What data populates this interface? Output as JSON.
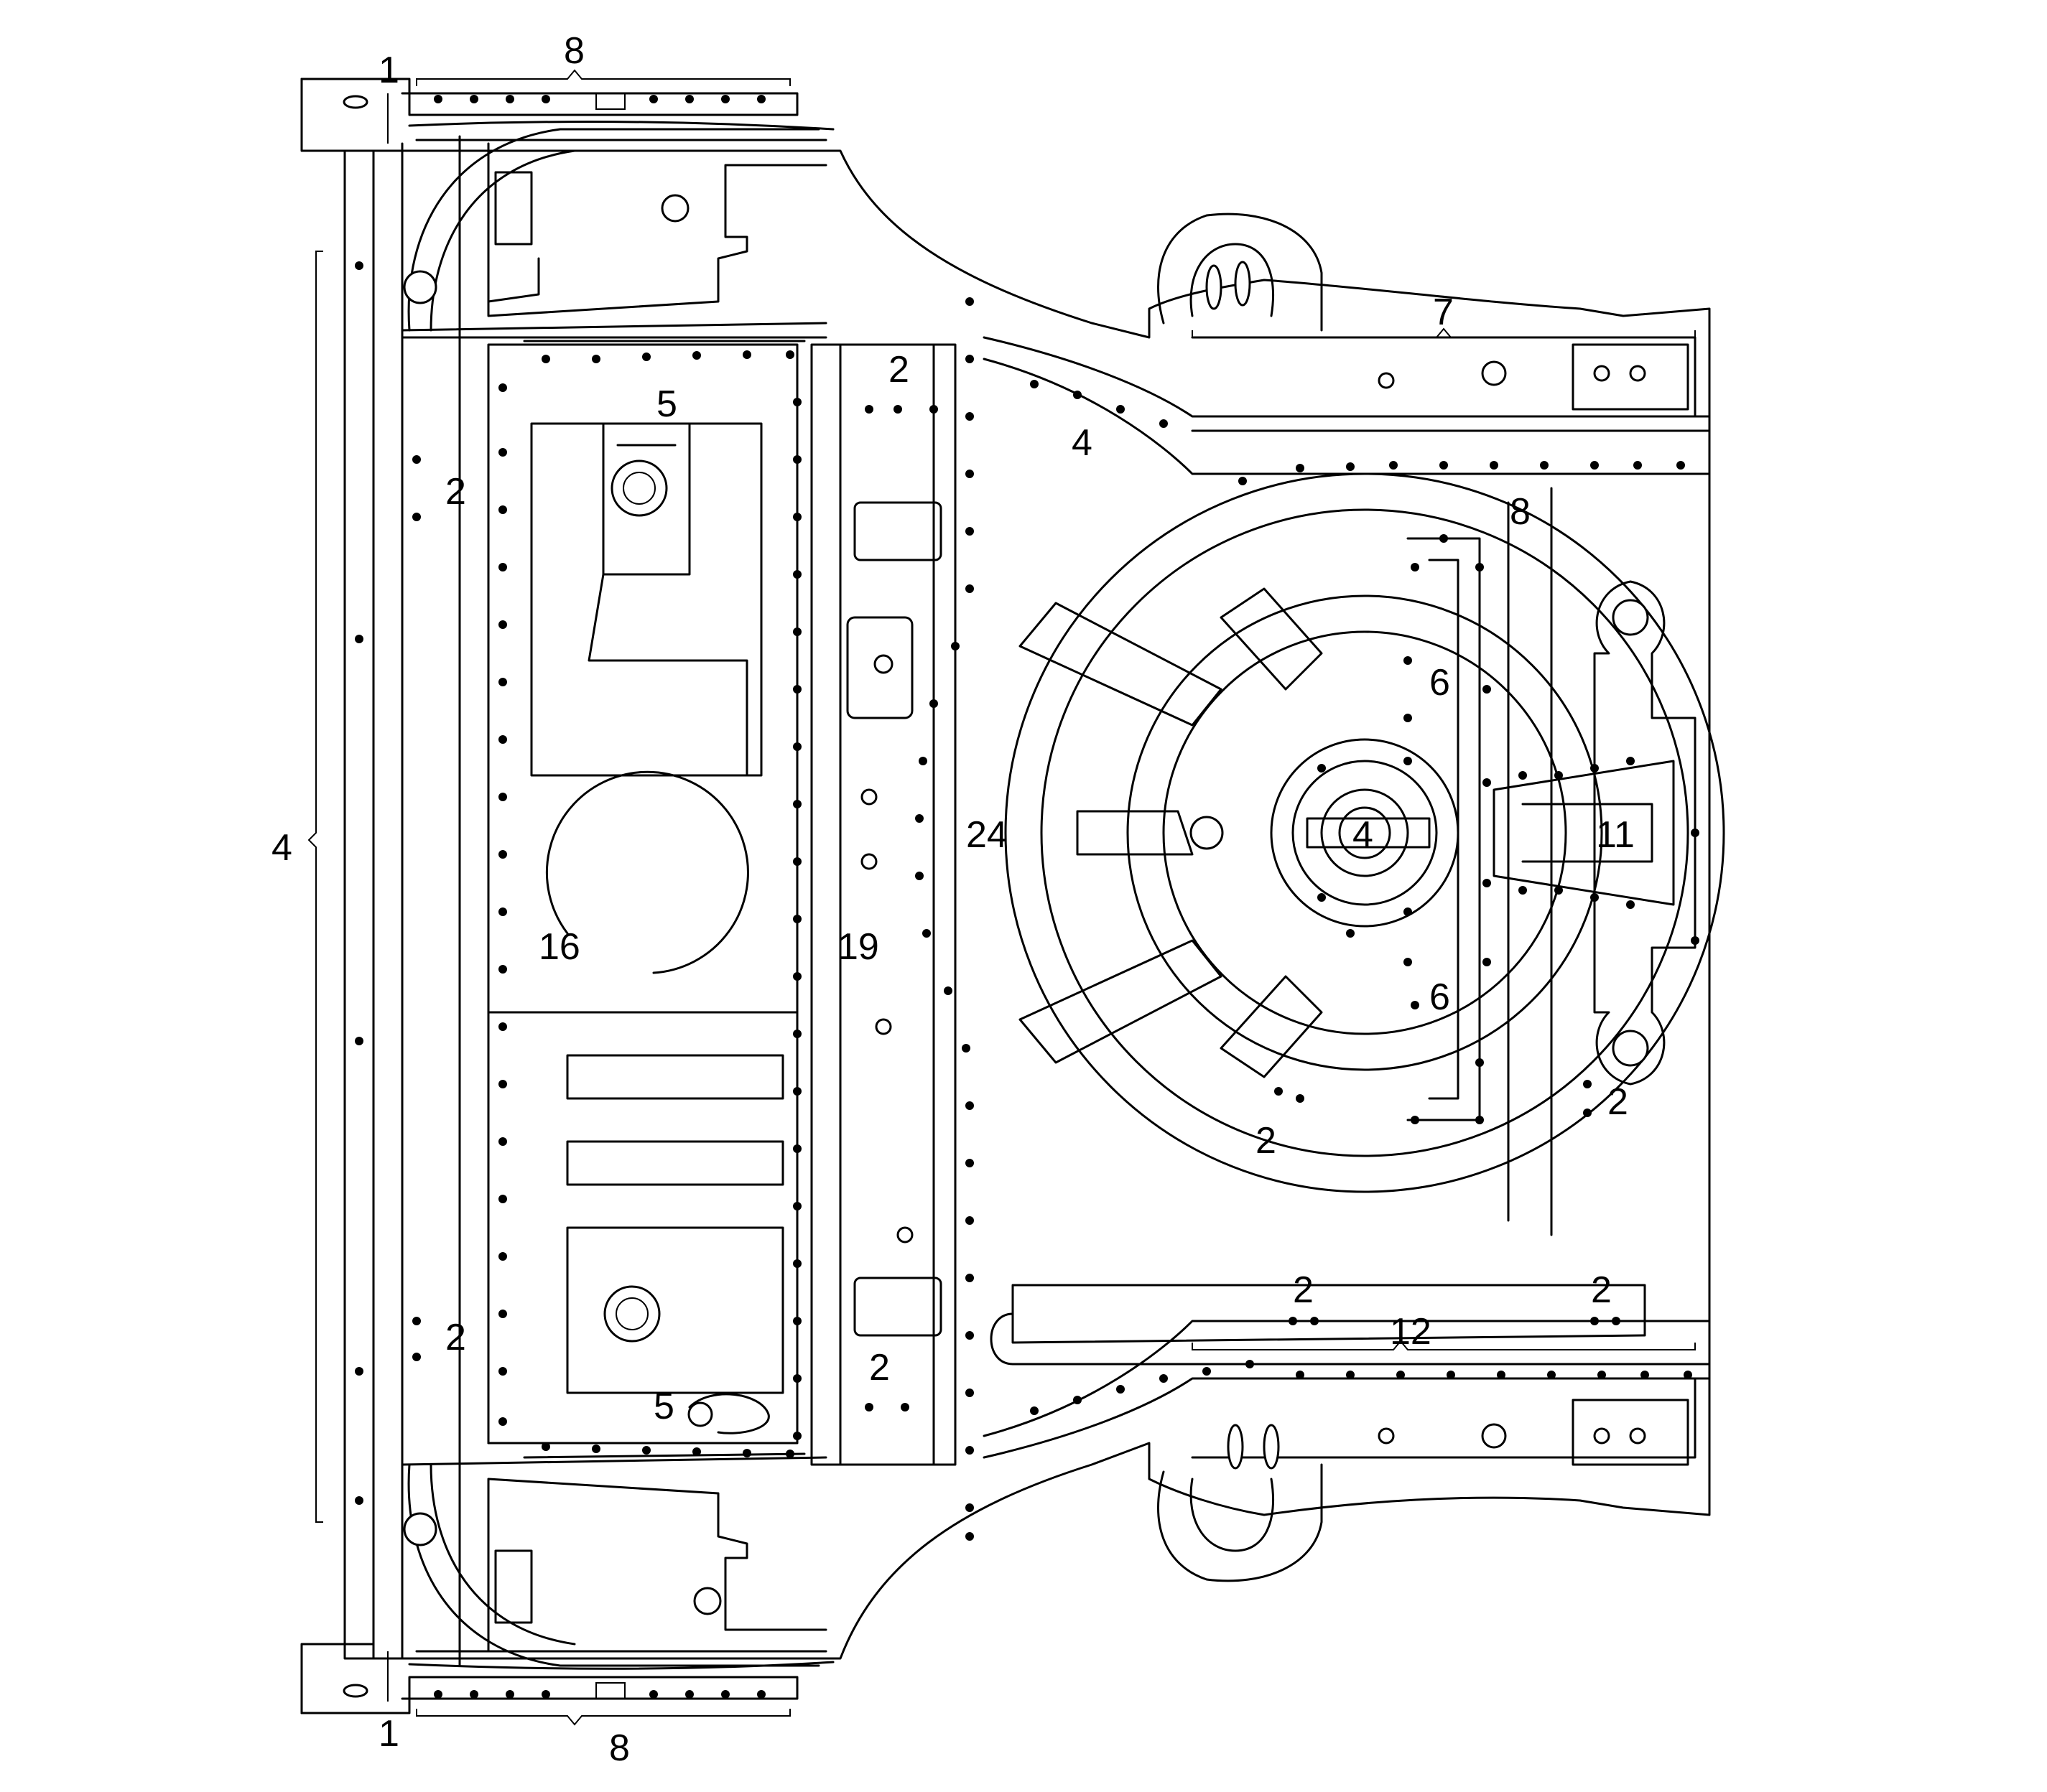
{
  "diagram": {
    "callouts": [
      {
        "id": "c1a",
        "text": "1"
      },
      {
        "id": "c8a",
        "text": "8"
      },
      {
        "id": "c7",
        "text": "7"
      },
      {
        "id": "c2a",
        "text": "2"
      },
      {
        "id": "c5a",
        "text": "5"
      },
      {
        "id": "c4a",
        "text": "4"
      },
      {
        "id": "c8b",
        "text": "8"
      },
      {
        "id": "c2b",
        "text": "2"
      },
      {
        "id": "c6a",
        "text": "6"
      },
      {
        "id": "c4b",
        "text": "4"
      },
      {
        "id": "c24",
        "text": "24"
      },
      {
        "id": "c4c",
        "text": "4"
      },
      {
        "id": "c11",
        "text": "11"
      },
      {
        "id": "c16",
        "text": "16"
      },
      {
        "id": "c19",
        "text": "19"
      },
      {
        "id": "c6b",
        "text": "6"
      },
      {
        "id": "c2c",
        "text": "2"
      },
      {
        "id": "c2d",
        "text": "2"
      },
      {
        "id": "c2e",
        "text": "2"
      },
      {
        "id": "c2f",
        "text": "2"
      },
      {
        "id": "c2g",
        "text": "2"
      },
      {
        "id": "c12",
        "text": "12"
      },
      {
        "id": "c2h",
        "text": "2"
      },
      {
        "id": "c5b",
        "text": "5"
      },
      {
        "id": "c1b",
        "text": "1"
      },
      {
        "id": "c8c",
        "text": "8"
      }
    ]
  }
}
